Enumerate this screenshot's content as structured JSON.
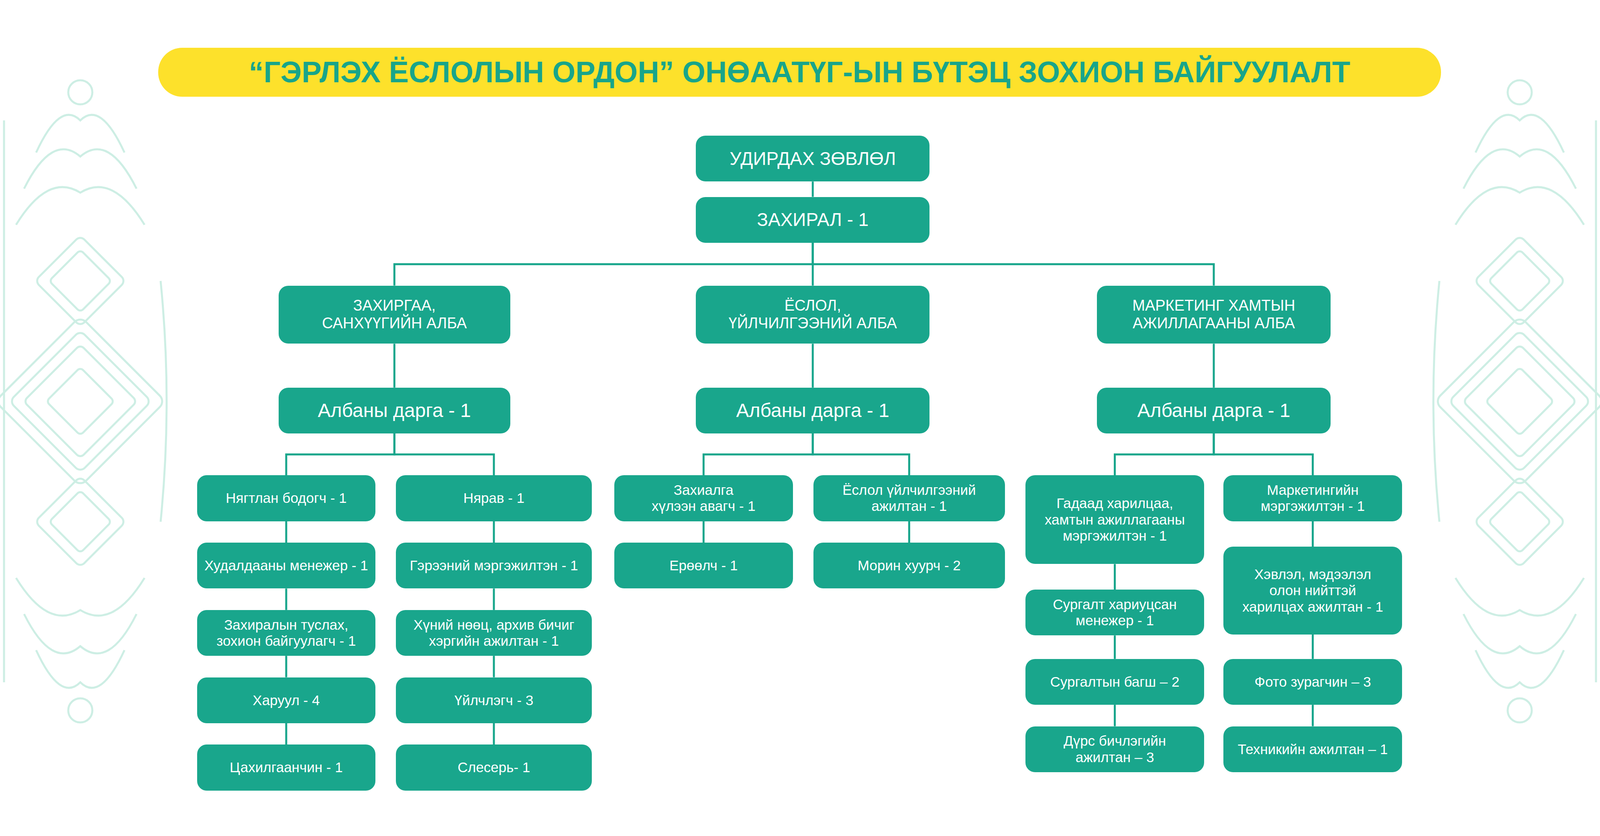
{
  "diagram": {
    "title": "“ГЭРЛЭХ ЁСЛОЛЫН ОРДОН” ОНӨААТҮГ-ЫН БҮТЭЦ ЗОХИОН БАЙГУУЛАЛТ",
    "nodes": [
      {
        "text": [
          "УДИРДАХ ЗӨВЛӨЛ"
        ]
      },
      {
        "text": [
          "ЗАХИРАЛ - 1"
        ]
      },
      {
        "text": [
          "ЗАХИРГАА, САНХҮҮГИЙН АЛБА"
        ]
      },
      {
        "text": [
          "ЁСЛОЛ, ҮЙЛЧИЛГЭЭНИЙ АЛБА"
        ]
      },
      {
        "text": [
          "МАРКЕТИНГ ХАМТЫН АЖИЛЛАГААНЫ АЛБА"
        ]
      },
      {
        "text": [
          "Албаны дарга - 1"
        ]
      },
      {
        "text": [
          "Албаны дарга - 1"
        ]
      },
      {
        "text": [
          "Албаны дарга - 1"
        ]
      },
      {
        "text": [
          "Нягтлан бодогч - 1"
        ]
      },
      {
        "text": [
          "Худалдааны менежер - 1"
        ]
      },
      {
        "text": [
          "Захиралын туслах, зохион байгуулагч - 1"
        ]
      },
      {
        "text": [
          "Харуул - 4"
        ]
      },
      {
        "text": [
          "Цахилгаанчин - 1"
        ]
      },
      {
        "text": [
          "Нярав - 1"
        ]
      },
      {
        "text": [
          "Гэрээний мэргэжилтэн - 1"
        ]
      },
      {
        "text": [
          "Хүний нөөц, архив бичиг хэргийн ажилтан - 1"
        ]
      },
      {
        "text": [
          "Үйлчлэгч - 3"
        ]
      },
      {
        "text": [
          "Слесерь- 1"
        ]
      },
      {
        "text": [
          "Захиалга хүлээн авагч - 1"
        ]
      },
      {
        "text": [
          "Ерөөлч - 1"
        ]
      },
      {
        "text": [
          "Ёслол үйлчилгээний ажилтан - 1"
        ]
      },
      {
        "text": [
          "Морин хуурч - 2"
        ]
      },
      {
        "text": [
          "Гадаад харилцаа, хамтын ажиллагааны мэргэжилтэн - 1"
        ]
      },
      {
        "text": [
          "Сургалт хариуцсан менежер - 1"
        ]
      },
      {
        "text": [
          "Сургалтын багш – 2"
        ]
      },
      {
        "text": [
          "Дүрс бичлэгийн ажилтан – 3"
        ]
      },
      {
        "text": [
          "Маркетингийн мэргэжилтэн - 1"
        ]
      },
      {
        "text": [
          "Хэвлэл, мэдээлэл олон нийттэй харилцах ажилтан - 1"
        ]
      },
      {
        "text": [
          "Фото зурагчин – 3"
        ]
      },
      {
        "text": [
          "Техникийн ажилтан – 1"
        ]
      }
    ],
    "edges": [
      {
        "from": 0,
        "to": 1,
        "arrow": "none"
      },
      {
        "from": 1,
        "to": 2,
        "arrow": "none"
      },
      {
        "from": 1,
        "to": 3,
        "arrow": "none"
      },
      {
        "from": 1,
        "to": 4,
        "arrow": "none"
      },
      {
        "from": 2,
        "to": 5,
        "arrow": "none"
      },
      {
        "from": 3,
        "to": 6,
        "arrow": "none"
      },
      {
        "from": 4,
        "to": 7,
        "arrow": "none"
      },
      {
        "from": 5,
        "to": 8,
        "arrow": "none"
      },
      {
        "from": 5,
        "to": 13,
        "arrow": "none"
      },
      {
        "from": 6,
        "to": 18,
        "arrow": "none"
      },
      {
        "from": 6,
        "to": 20,
        "arrow": "none"
      },
      {
        "from": 7,
        "to": 22,
        "arrow": "none"
      },
      {
        "from": 7,
        "to": 26,
        "arrow": "none"
      },
      {
        "from": 8,
        "to": 9,
        "arrow": "none"
      },
      {
        "from": 9,
        "to": 10,
        "arrow": "none"
      },
      {
        "from": 10,
        "to": 11,
        "arrow": "none"
      },
      {
        "from": 11,
        "to": 12,
        "arrow": "none"
      },
      {
        "from": 13,
        "to": 14,
        "arrow": "none"
      },
      {
        "from": 14,
        "to": 15,
        "arrow": "none"
      },
      {
        "from": 15,
        "to": 16,
        "arrow": "none"
      },
      {
        "from": 16,
        "to": 17,
        "arrow": "none"
      },
      {
        "from": 18,
        "to": 19,
        "arrow": "none"
      },
      {
        "from": 20,
        "to": 21,
        "arrow": "none"
      },
      {
        "from": 22,
        "to": 23,
        "arrow": "none"
      },
      {
        "from": 23,
        "to": 24,
        "arrow": "none"
      },
      {
        "from": 24,
        "to": 25,
        "arrow": "none"
      },
      {
        "from": 26,
        "to": 27,
        "arrow": "none"
      },
      {
        "from": 27,
        "to": 28,
        "arrow": "none"
      },
      {
        "from": 28,
        "to": 29,
        "arrow": "none"
      }
    ]
  }
}
